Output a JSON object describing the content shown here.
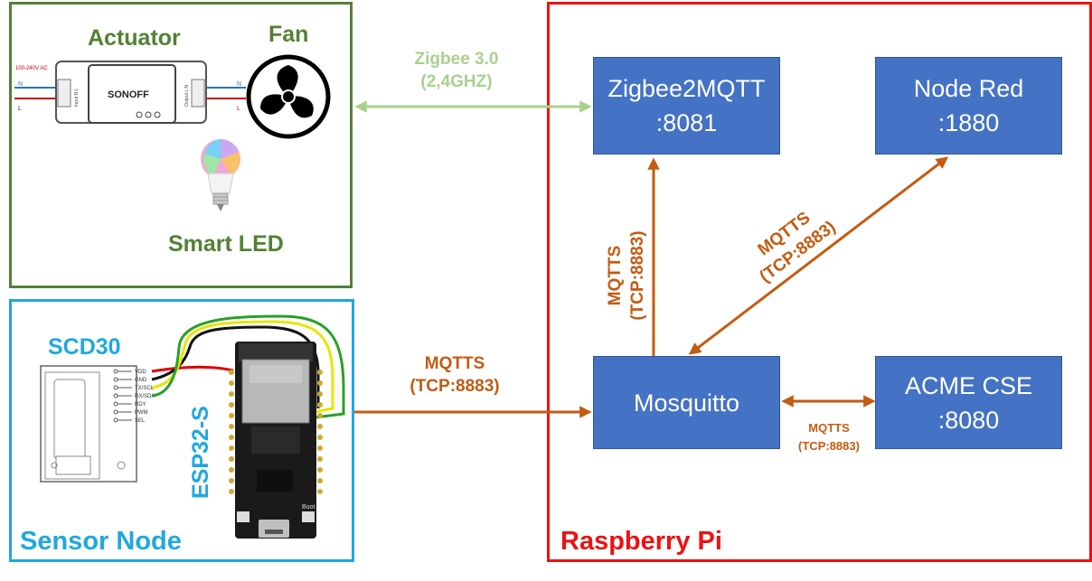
{
  "actuator": {
    "title": "Actuator",
    "fan_label": "Fan",
    "led_label": "Smart LED",
    "device": {
      "brand": "SONOFF",
      "voltage": "100-240V AC",
      "input_n": "N",
      "input_l": "L",
      "output_n": "N",
      "output_l": "L",
      "in_terminal": "Input N L",
      "out_terminal": "Output L N"
    }
  },
  "sensor": {
    "title": "Sensor Node",
    "scd30_label": "SCD30",
    "esp_label": "ESP32-S",
    "pins": [
      "VDD",
      "GND",
      "TX/SCL",
      "RX/SDA",
      "RDY",
      "PWM",
      "SEL"
    ],
    "board_text": "Boot"
  },
  "pi": {
    "title": "Raspberry Pi",
    "nodes": {
      "zigbee2mqtt": {
        "name": "Zigbee2MQTT",
        "port": ":8081"
      },
      "nodered": {
        "name": "Node Red",
        "port": ":1880"
      },
      "mosquitto": {
        "name": "Mosquitto"
      },
      "acme": {
        "name": "ACME CSE",
        "port": ":8080"
      }
    }
  },
  "links": {
    "zigbee": {
      "line1": "Zigbee 3.0",
      "line2": "(2,4GHZ)"
    },
    "sensor_mqtt": {
      "line1": "MQTTS",
      "line2": "(TCP:8883)"
    },
    "z2m_mqtt": {
      "line1": "MQTTS",
      "line2": "(TCP:8883)"
    },
    "nodered_mqtt": {
      "line1": "MQTTS",
      "line2": "(TCP:8883)"
    },
    "acme_mqtt": {
      "line1": "MQTTS",
      "line2": "(TCP:8883)"
    }
  },
  "colors": {
    "actuator_frame": "#538135",
    "sensor_frame": "#1fa8e0",
    "pi_frame": "#ee1111",
    "node_fill": "#4472c4",
    "mqtt_arrow": "#c55a11",
    "zigbee_arrow": "#a9d18e"
  }
}
